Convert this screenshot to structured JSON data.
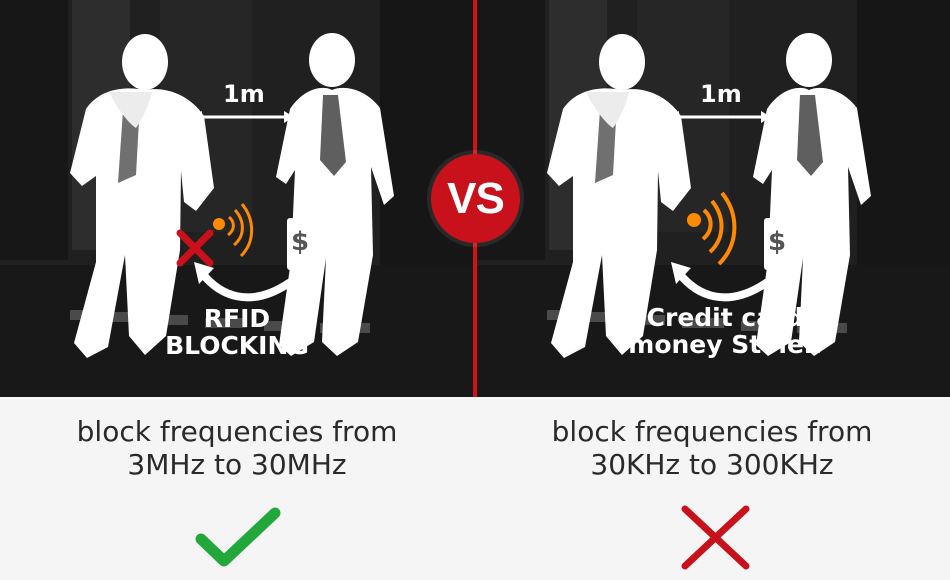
{
  "comparison": {
    "vs_label": "VS",
    "left": {
      "distance_label": "1m",
      "overlay_line1": "RFID",
      "overlay_line2": "BLOCKING",
      "caption_line1": "block frequencies from",
      "caption_line2": "3MHz to 30MHz",
      "result_icon": "check-icon"
    },
    "right": {
      "distance_label": "1m",
      "overlay_line1": "Credit card",
      "overlay_line2": "money Stolen",
      "caption_line1": "block frequencies from",
      "caption_line2": "30KHz to 300KHz",
      "result_icon": "x-icon"
    }
  },
  "colors": {
    "accent_red": "#d01414",
    "success_green": "#22a83a",
    "signal_orange": "#ff8a00"
  }
}
